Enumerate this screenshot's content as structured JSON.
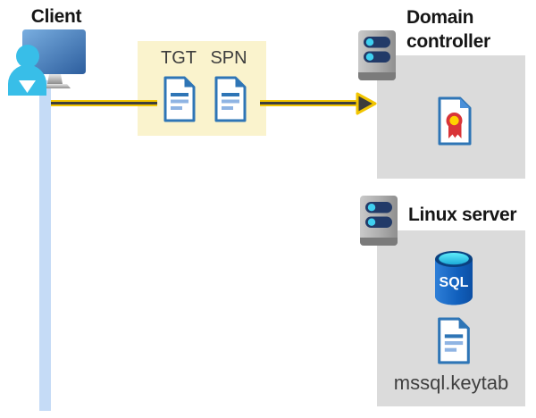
{
  "diagram": {
    "description": "Kerberos authentication flow between a client, a domain controller, and a Linux server running SQL Server",
    "client": {
      "label": "Client"
    },
    "ticket_box": {
      "tickets": [
        {
          "label": "TGT"
        },
        {
          "label": "SPN"
        }
      ]
    },
    "domain_controller": {
      "label": "Domain controller"
    },
    "linux_server": {
      "label": "Linux server",
      "database_label": "SQL",
      "keytab_label": "mssql.keytab"
    },
    "colors": {
      "arrow_yellow": "#F2C500",
      "arrow_core_dark": "#3E3E3E",
      "ticket_box_background": "#FAF3CD",
      "server_box_background": "#DBDBDB",
      "document_blue": "#2E75B6",
      "document_line_light_blue": "#8FB4E3",
      "client_line_blue": "#C5DBF6",
      "person_cyan": "#38BEE8",
      "server_pill_navy": "#223A68",
      "server_dot_cyan": "#3FD0F0",
      "certificate_red": "#D93438",
      "certificate_seal_yellow": "#FFD200",
      "sql_body_blue": "#1160BD",
      "sql_top_cyan": "#45E4F8"
    }
  }
}
